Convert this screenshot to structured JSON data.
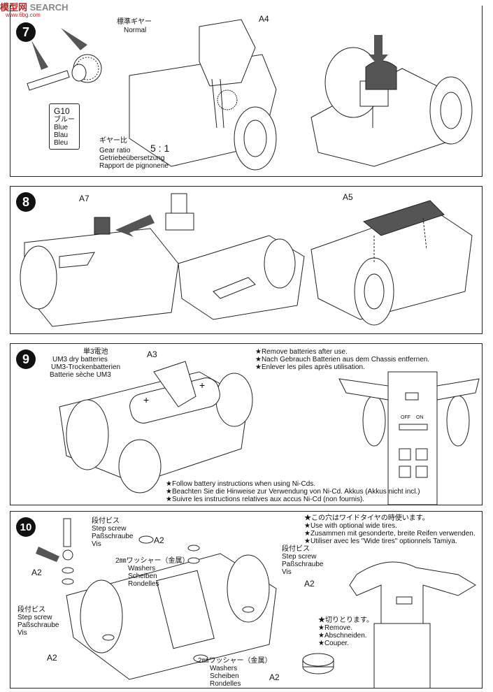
{
  "watermark": {
    "logo": "模型网",
    "site": "SEARCH",
    "url": "www.6bg.com"
  },
  "step7": {
    "number": "7",
    "normal_ja": "標準ギヤー",
    "normal_en": "Normal",
    "part_a4": "A4",
    "g10": {
      "code": "G10",
      "ja": "ブルー",
      "en": "Blue",
      "de": "Blau",
      "fr": "Bleu"
    },
    "ratio_ja": "ギヤー比",
    "ratio_en": "Gear ratio",
    "ratio_de": "Getriebeübersetzung",
    "ratio_fr": "Rapport de pignonerie",
    "ratio_value": "5 : 1"
  },
  "step8": {
    "number": "8",
    "part_a7": "A7",
    "part_a5": "A5"
  },
  "step9": {
    "number": "9",
    "battery_ja": "単3電池",
    "battery_en": "UM3 dry batteries",
    "battery_de": "UM3-Trockenbatterien",
    "battery_fr": "Batterie sèche UM3",
    "part_a3": "A3",
    "remove_en": "★Remove batteries after use.",
    "remove_de": "★Nach Gebrauch Batterien aus dem Chassis entfernen.",
    "remove_fr": "★Enlever les piles après utilisation.",
    "nicd_en": "★Follow battery instructions when using Ni-Cds.",
    "nicd_de": "★Beachten Sie die Hinweise zur Verwendung von Ni-Cd. Akkus (Akkus nicht incl.)",
    "nicd_fr": "★Suivre les instructions relatives aux accus Ni-Cd (non fournis).",
    "switch_off": "OFF",
    "switch_on": "ON"
  },
  "step10": {
    "number": "10",
    "screw_ja": "段付ビス",
    "screw_en": "Step screw",
    "screw_de": "Paßschraube",
    "screw_fr": "Vis",
    "washer_ja": "2㎜ワッシャー（金属）",
    "washer_en": "Washers",
    "washer_de": "Scheiben",
    "washer_fr": "Rondelles",
    "part_a2": "A2",
    "wide_ja": "★この穴はワイドタイヤの時使います。",
    "wide_en": "★Use with optional wide tires.",
    "wide_de": "★Zusammen mit gesonderte, breite Reifen verwenden.",
    "wide_fr": "★Utiliser avec les \"Wide tires\" optionnels Tamiya.",
    "cut_ja": "★切りとります。",
    "cut_en": "★Remove.",
    "cut_de": "★Abschneiden.",
    "cut_fr": "★Couper."
  }
}
